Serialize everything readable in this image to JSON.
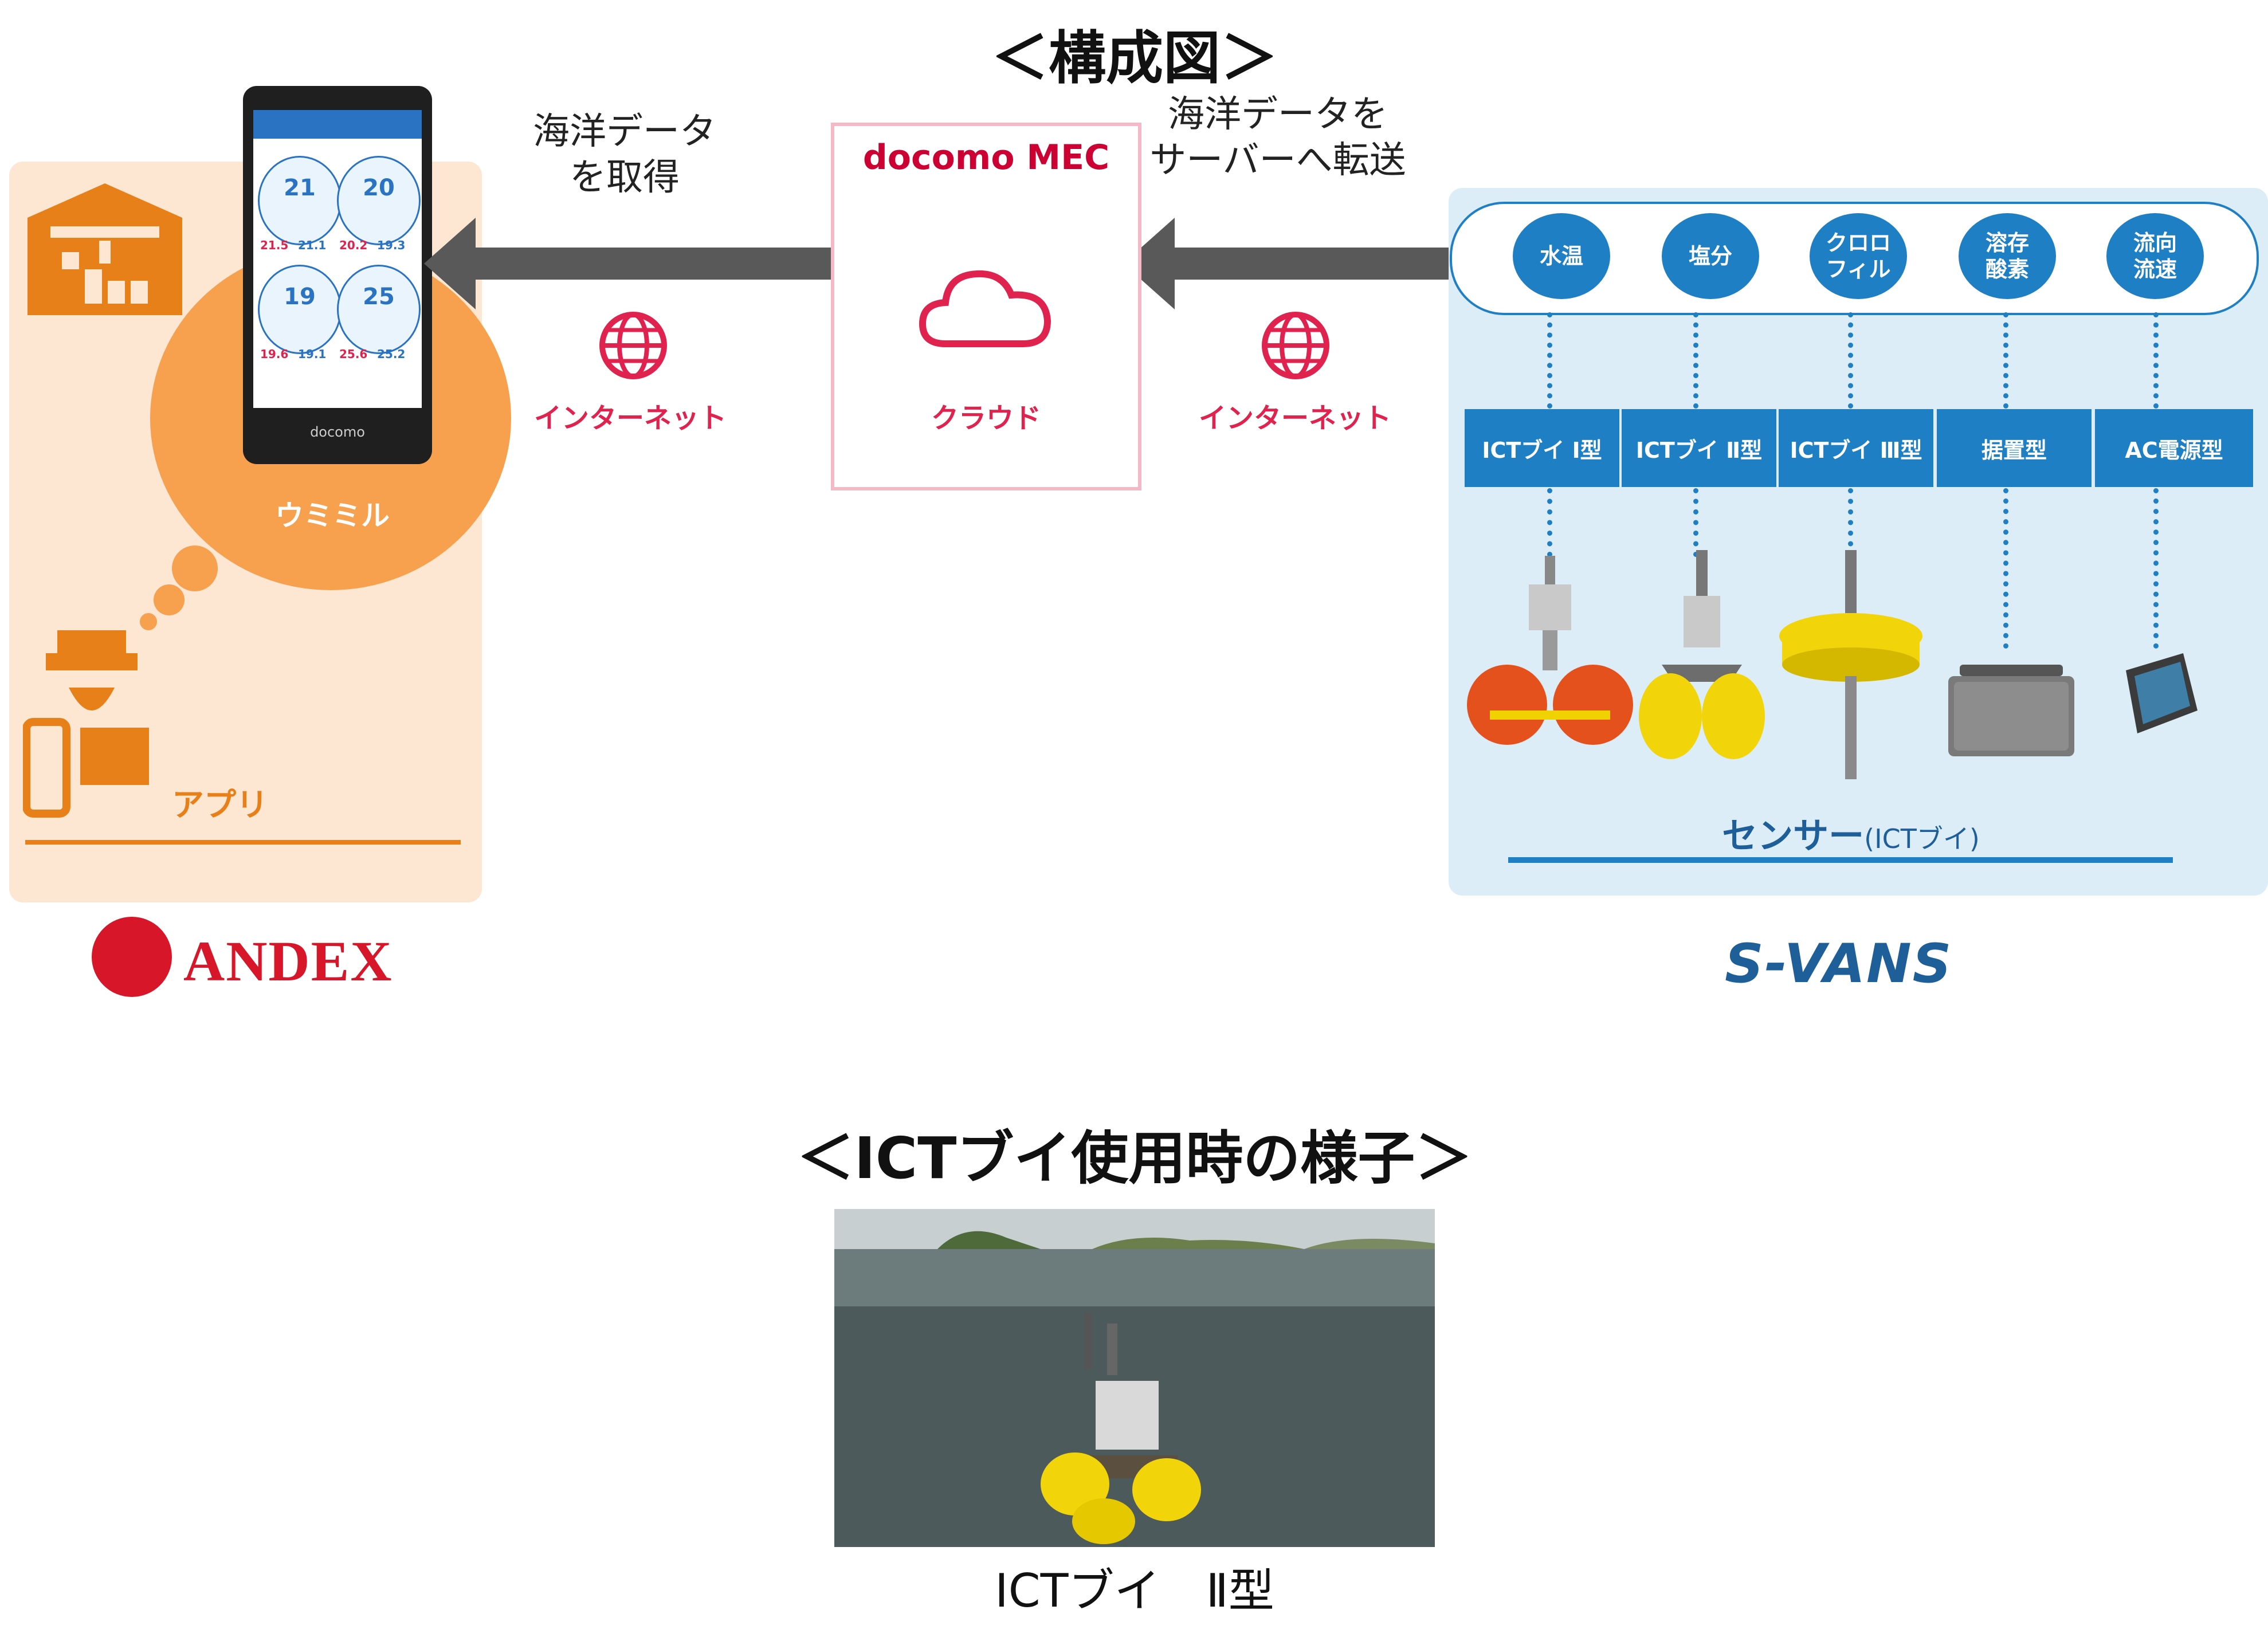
{
  "title_top": "＜構成図＞",
  "title_bottom": "＜ICTブイ使用時の様子＞",
  "left_panel": {
    "app_name": "ウミミル",
    "app_label": "アプリ",
    "phone_brand": "docomo",
    "phone_readings": [
      {
        "value": "21",
        "minmax_hi": "21.5",
        "minmax_lo": "21.1"
      },
      {
        "value": "20",
        "minmax_hi": "20.2",
        "minmax_lo": "19.3"
      },
      {
        "value": "19",
        "minmax_hi": "19.6",
        "minmax_lo": "19.1"
      },
      {
        "value": "25",
        "minmax_hi": "25.6",
        "minmax_lo": "25.2"
      }
    ],
    "company_logo": "ANDEX"
  },
  "flow": {
    "left_label_line1": "海洋データ",
    "left_label_line2": "を取得",
    "right_label_line1": "海洋データを",
    "right_label_line2": "サーバーへ転送",
    "internet_left": "インターネット",
    "internet_right": "インターネット"
  },
  "cloud": {
    "brand": "docomo MEC",
    "label": "クラウド"
  },
  "right_panel": {
    "measurements": [
      "水温",
      "塩分",
      "クロロ\nフィル",
      "溶存\n酸素",
      "流向\n流速"
    ],
    "types": [
      "ICTブイ Ⅰ型",
      "ICTブイ Ⅱ型",
      "ICTブイ Ⅲ型",
      "据置型",
      "AC電源型"
    ],
    "sensor_label_main": "センサー",
    "sensor_label_sub": "(ICTブイ)",
    "company_logo": "S-VANS"
  },
  "photo_caption": "ICTブイ　Ⅱ型",
  "colors": {
    "orange": "#f7a04d",
    "orange_dark": "#e8801a",
    "blue": "#1f7fc4",
    "pink": "#e0234e",
    "arrow": "#595959"
  }
}
